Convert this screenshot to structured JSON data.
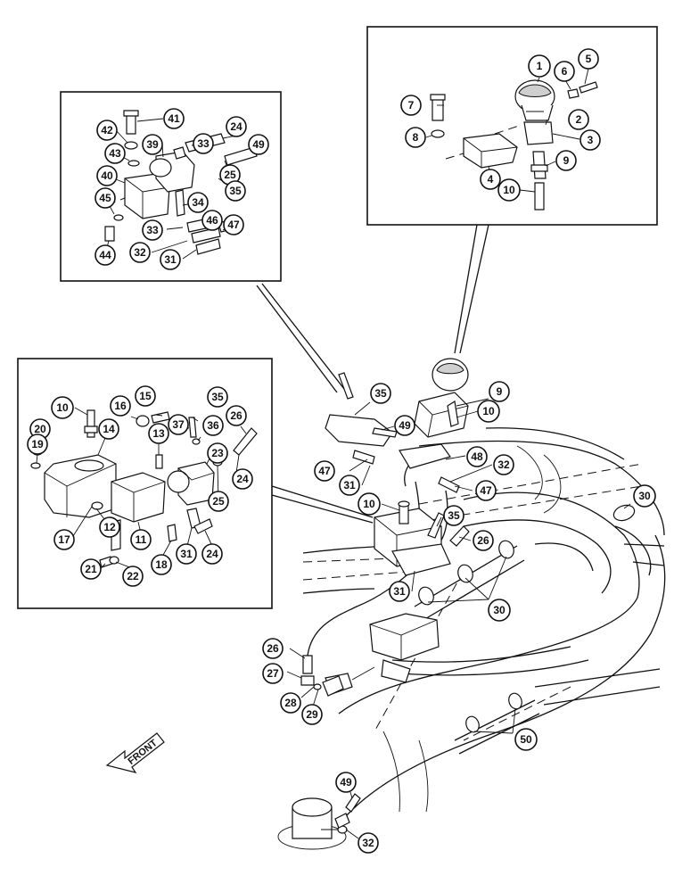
{
  "direction_label": "FRONT",
  "callouts": {
    "top_right": [
      {
        "id": "c1",
        "label": "1"
      },
      {
        "id": "c6",
        "label": "6"
      },
      {
        "id": "c5",
        "label": "5"
      },
      {
        "id": "c7",
        "label": "7"
      },
      {
        "id": "c2",
        "label": "2"
      },
      {
        "id": "c3",
        "label": "3"
      },
      {
        "id": "c8",
        "label": "8"
      },
      {
        "id": "c9a",
        "label": "9"
      },
      {
        "id": "c4",
        "label": "4"
      },
      {
        "id": "c10a",
        "label": "10"
      }
    ],
    "top_left": [
      {
        "id": "c41",
        "label": "41"
      },
      {
        "id": "c42",
        "label": "42"
      },
      {
        "id": "c24a",
        "label": "24"
      },
      {
        "id": "c33a",
        "label": "33"
      },
      {
        "id": "c39",
        "label": "39"
      },
      {
        "id": "c49a",
        "label": "49"
      },
      {
        "id": "c43",
        "label": "43"
      },
      {
        "id": "c25a",
        "label": "25"
      },
      {
        "id": "c40",
        "label": "40"
      },
      {
        "id": "c35a",
        "label": "35"
      },
      {
        "id": "c45",
        "label": "45"
      },
      {
        "id": "c34",
        "label": "34"
      },
      {
        "id": "c46",
        "label": "46"
      },
      {
        "id": "c47a",
        "label": "47"
      },
      {
        "id": "c33b",
        "label": "33"
      },
      {
        "id": "c44",
        "label": "44"
      },
      {
        "id": "c32a",
        "label": "32"
      },
      {
        "id": "c31a",
        "label": "31"
      }
    ],
    "middle_left": [
      {
        "id": "c10b",
        "label": "10"
      },
      {
        "id": "c15",
        "label": "15"
      },
      {
        "id": "c35b",
        "label": "35"
      },
      {
        "id": "c16",
        "label": "16"
      },
      {
        "id": "c37",
        "label": "37"
      },
      {
        "id": "c36",
        "label": "36"
      },
      {
        "id": "c26a",
        "label": "26"
      },
      {
        "id": "c20",
        "label": "20"
      },
      {
        "id": "c14",
        "label": "14"
      },
      {
        "id": "c13",
        "label": "13"
      },
      {
        "id": "c19",
        "label": "19"
      },
      {
        "id": "c23",
        "label": "23"
      },
      {
        "id": "c24b",
        "label": "24"
      },
      {
        "id": "c25b",
        "label": "25"
      },
      {
        "id": "c17",
        "label": "17"
      },
      {
        "id": "c12",
        "label": "12"
      },
      {
        "id": "c11",
        "label": "11"
      },
      {
        "id": "c18",
        "label": "18"
      },
      {
        "id": "c31b",
        "label": "31"
      },
      {
        "id": "c24c",
        "label": "24"
      },
      {
        "id": "c21",
        "label": "21"
      },
      {
        "id": "c22",
        "label": "22"
      }
    ],
    "main": [
      {
        "id": "c35c",
        "label": "35"
      },
      {
        "id": "c9b",
        "label": "9"
      },
      {
        "id": "c10c",
        "label": "10"
      },
      {
        "id": "c49b",
        "label": "49"
      },
      {
        "id": "c48",
        "label": "48"
      },
      {
        "id": "c32b",
        "label": "32"
      },
      {
        "id": "c47b",
        "label": "47"
      },
      {
        "id": "c47c",
        "label": "47"
      },
      {
        "id": "c31c",
        "label": "31"
      },
      {
        "id": "c10d",
        "label": "10"
      },
      {
        "id": "c35d",
        "label": "35"
      },
      {
        "id": "c26b",
        "label": "26"
      },
      {
        "id": "c30a",
        "label": "30"
      },
      {
        "id": "c31d",
        "label": "31"
      },
      {
        "id": "c30b",
        "label": "30"
      },
      {
        "id": "c26c",
        "label": "26"
      },
      {
        "id": "c27",
        "label": "27"
      },
      {
        "id": "c28",
        "label": "28"
      },
      {
        "id": "c29",
        "label": "29"
      },
      {
        "id": "c50",
        "label": "50"
      },
      {
        "id": "c49c",
        "label": "49"
      },
      {
        "id": "c32c",
        "label": "32"
      }
    ]
  }
}
